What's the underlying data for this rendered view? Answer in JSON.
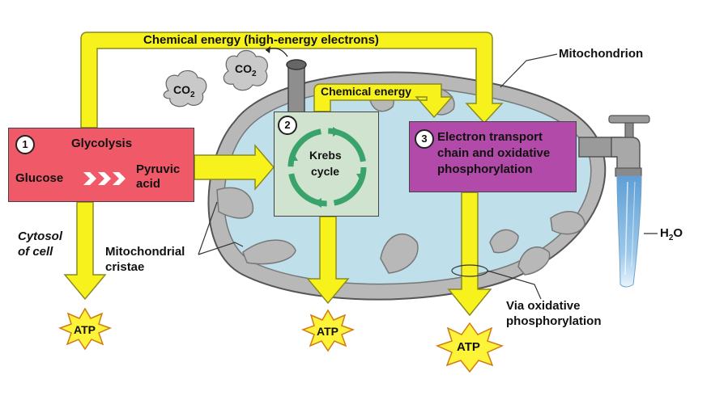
{
  "labels": {
    "top_arrow": "Chemical energy (high-energy electrons)",
    "mid_arrow": "Chemical energy",
    "mitochondrion": "Mitochondrion",
    "co2_a": "CO",
    "co2_b": "CO",
    "subscript_2": "2",
    "cytosol_line1": "Cytosol",
    "cytosol_line2": "of cell",
    "cristae_line1": "Mitochondrial",
    "cristae_line2": "cristae",
    "h2o_h": "H",
    "h2o_2": "2",
    "h2o_o": "O",
    "via_line1": "Via oxidative",
    "via_line2": "phosphorylation"
  },
  "stages": {
    "glycolysis": {
      "number": "1",
      "title": "Glycolysis",
      "input": "Glucose",
      "output_line1": "Pyruvic",
      "output_line2": "acid"
    },
    "krebs": {
      "number": "2",
      "line1": "Krebs",
      "line2": "cycle"
    },
    "etc": {
      "number": "3",
      "line1": "Electron transport",
      "line2": "chain and oxidative",
      "line3": "phosphorylation"
    }
  },
  "atp": {
    "glycolysis": "ATP",
    "krebs": "ATP",
    "oxidative": "ATP"
  },
  "colors": {
    "arrow_yellow": "#f7f21c",
    "arrow_outline": "#8a8a22",
    "glycolysis_box": "#f05a68",
    "krebs_box": "#cfe3cf",
    "etc_box": "#b24aa9",
    "mito_outer": "#b8b8b8",
    "mito_inner": "#bfe0ea",
    "krebs_ring": "#3aa36b",
    "water": "#7fb6e0"
  }
}
